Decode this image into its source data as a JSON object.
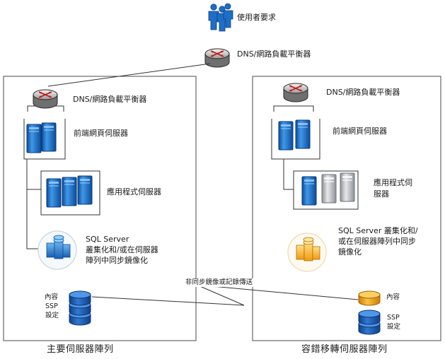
{
  "top": {
    "users_label": "使用者要求",
    "dns_label": "DNS/網路負載平衡器"
  },
  "primary": {
    "dns_label": "DNS/網路負載平衡器",
    "web_label": "前端網頁伺服器",
    "app_label": "應用程式伺服器",
    "sql_title": "SQL Server",
    "sql_line2": "叢集化和/或在伺服器",
    "sql_line3": "陣列中同步鏡像化",
    "db_line1": "內容",
    "db_line2": "SSP",
    "db_line3": "設定",
    "farm_label": "主要伺服器陣列"
  },
  "failover": {
    "dns_label": "DNS/網路負載平衡器",
    "web_label": "前端網頁伺服器",
    "app_line1": "應用程式伺",
    "app_line2": "服器",
    "sql_line1": "SQL Server 叢集化和/",
    "sql_line2": "或在伺服器陣列中同步",
    "sql_line3": "鏡像化",
    "db_content": "內容",
    "db_ssp1": "SSP",
    "db_ssp2": "設定",
    "farm_label": "容錯移轉伺服器陣列"
  },
  "link_label": "非同步鏡像或記錄傳送",
  "colors": {
    "server_blue": "#1e73c8",
    "server_gray": "#b4b8bc",
    "db_blue": "#1f5fb4",
    "db_orange": "#f0a020",
    "sql_orange": "#f7a51e",
    "line": "#333333"
  }
}
